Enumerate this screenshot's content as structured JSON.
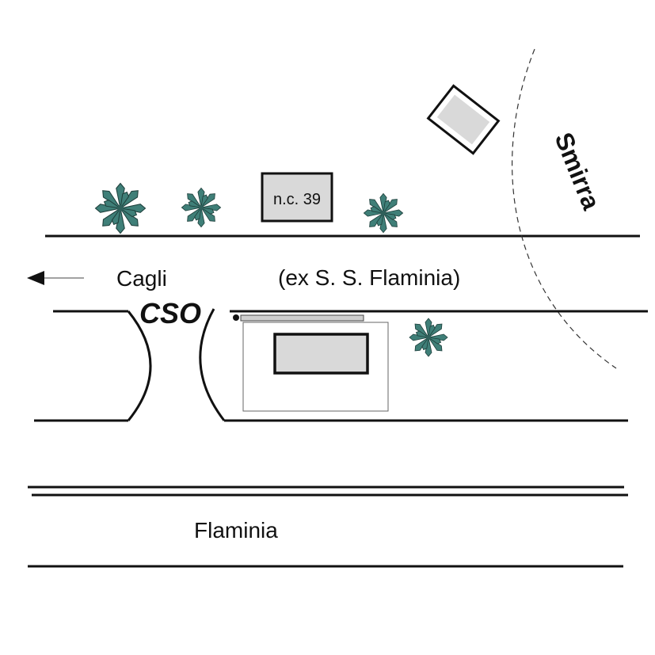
{
  "labels": {
    "building_number": "n.c. 39",
    "direction": "Cagli",
    "road_upper": "(ex S. S. Flaminia)",
    "site_code": "CSO",
    "road_lower": "Flaminia",
    "street_curve": "Smirra"
  },
  "direction_arrow": "left-arrow-icon",
  "icons": [
    "tree-icon",
    "building-icon",
    "left-arrow-icon"
  ],
  "colors": {
    "line": "#111111",
    "building_fill": "#d9d9d9",
    "tree_fill": "#3f7f78",
    "tree_stroke": "#1e3f3b"
  }
}
